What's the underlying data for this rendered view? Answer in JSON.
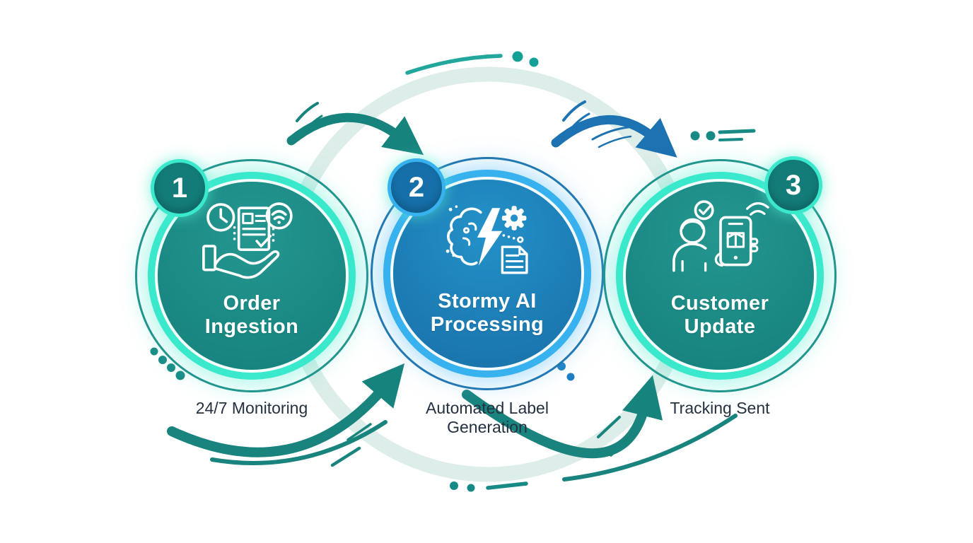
{
  "diagram": {
    "background": "#ffffff",
    "steps": [
      {
        "number": "1",
        "title_line1": "Order",
        "title_line2": "Ingestion",
        "caption": "24/7 Monitoring",
        "icon": "order-document-in-hand-icon",
        "colors": {
          "fill_top": "#249690",
          "fill_bottom": "#15807b",
          "ring": "#3ae9cc",
          "outer_ring": "#1a8a84",
          "badge_fill": "#137c78"
        }
      },
      {
        "number": "2",
        "title_line1": "Stormy AI",
        "title_line2": "Processing",
        "caption": "Automated Label Generation",
        "icon": "ai-brain-lightning-gear-icon",
        "colors": {
          "fill_top": "#2391c8",
          "fill_bottom": "#196fa8",
          "ring": "#38b2ee",
          "outer_ring": "#1c6fa9",
          "badge_fill": "#156fa9"
        }
      },
      {
        "number": "3",
        "title_line1": "Customer",
        "title_line2": "Update",
        "caption": "Tracking Sent",
        "icon": "customer-phone-notification-icon",
        "colors": {
          "fill_top": "#249690",
          "fill_bottom": "#15807b",
          "ring": "#3ae9cc",
          "outer_ring": "#1a8a84",
          "badge_fill": "#137c78"
        }
      }
    ],
    "decor_colors": {
      "teal_accent": "#17837d",
      "blue_accent": "#1d72b2",
      "pale_arc": "#d9ebe7",
      "dot_teal": "#14a096",
      "dot_blue": "#1e7fc2",
      "caption_text": "#243140"
    }
  }
}
